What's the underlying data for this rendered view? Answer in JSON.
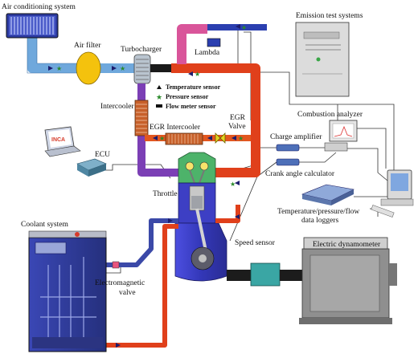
{
  "labels": {
    "air_conditioning_system": "Air conditioning system",
    "air_filter": "Air filter",
    "turbocharger": "Turbocharger",
    "lambda": "Lambda",
    "emission_test_systems": "Emission test systems",
    "intercooler": "Intercooler",
    "egr_intercooler": "EGR Intercooler",
    "egr_valve_line1": "EGR",
    "egr_valve_line2": "Valve",
    "combustion_analyzer": "Combustion analyzer",
    "charge_amplifier": "Charge amplifier",
    "crank_angle_calculator": "Crank angle calculator",
    "ecu": "ECU",
    "inca": "INCA",
    "throttle": "Throttle",
    "data_loggers_line1": "Temperature/pressure/flow",
    "data_loggers_line2": "data loggers",
    "coolant_system": "Coolant system",
    "electromagnetic_valve_line1": "Electromagnetic",
    "electromagnetic_valve_line2": "valve",
    "speed_sensor": "Speed sensor",
    "electric_dynamometer": "Electric dynamometer"
  },
  "legend": [
    {
      "symbol": "triangle",
      "label": "Temperature sensor"
    },
    {
      "symbol": "star",
      "label": "Pressure sensor"
    },
    {
      "symbol": "bar",
      "label": "Flow meter sensor"
    }
  ],
  "colors": {
    "intake_air": "#6fa8dc",
    "intake_purple": "#7b3fb5",
    "exhaust_red": "#e0401b",
    "egr_orange": "#e2561f",
    "exhaust_pink": "#d9559a",
    "coolant_blue": "#3b49a8",
    "engine_blue": "#3d3fc4",
    "head_green": "#4db36a",
    "filter_yellow": "#f4c20d",
    "dyno_teal": "#3aa6a4",
    "dyno_gray": "#8f8f8f"
  }
}
